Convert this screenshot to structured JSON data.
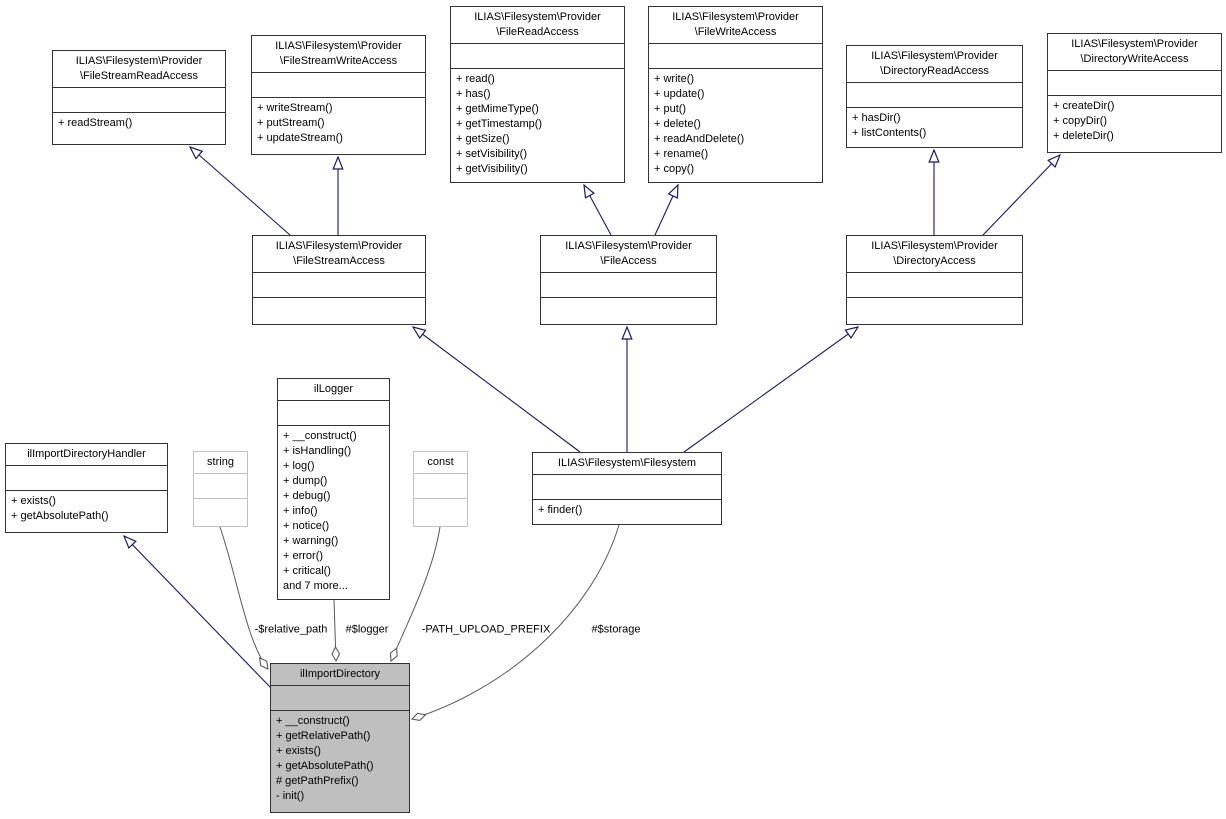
{
  "diagram": {
    "type": "uml-collaboration-diagram",
    "colors": {
      "background": "#ffffff",
      "box_border": "#333333",
      "plain_box_border": "#c2c2c2",
      "highlight_fill": "#bfbfbf",
      "inheritance_arrow": "#191970",
      "aggregation_line": "#5a5a5a",
      "text": "#000000"
    }
  },
  "classes": [
    {
      "name": "ILIAS\\Filesystem\\Provider\n\\FileStreamReadAccess",
      "methods": [
        "+ readStream()"
      ]
    },
    {
      "name": "ILIAS\\Filesystem\\Provider\n\\FileStreamWriteAccess",
      "methods": [
        "+ writeStream()",
        "+ putStream()",
        "+ updateStream()"
      ]
    },
    {
      "name": "ILIAS\\Filesystem\\Provider\n\\FileReadAccess",
      "methods": [
        "+ read()",
        "+ has()",
        "+ getMimeType()",
        "+ getTimestamp()",
        "+ getSize()",
        "+ setVisibility()",
        "+ getVisibility()"
      ]
    },
    {
      "name": "ILIAS\\Filesystem\\Provider\n\\FileWriteAccess",
      "methods": [
        "+ write()",
        "+ update()",
        "+ put()",
        "+ delete()",
        "+ readAndDelete()",
        "+ rename()",
        "+ copy()"
      ]
    },
    {
      "name": "ILIAS\\Filesystem\\Provider\n\\DirectoryReadAccess",
      "methods": [
        "+ hasDir()",
        "+ listContents()"
      ]
    },
    {
      "name": "ILIAS\\Filesystem\\Provider\n\\DirectoryWriteAccess",
      "methods": [
        "+ createDir()",
        "+ copyDir()",
        "+ deleteDir()"
      ]
    },
    {
      "name": "ILIAS\\Filesystem\\Provider\n\\FileStreamAccess",
      "methods": []
    },
    {
      "name": "ILIAS\\Filesystem\\Provider\n\\FileAccess",
      "methods": []
    },
    {
      "name": "ILIAS\\Filesystem\\Provider\n\\DirectoryAccess",
      "methods": []
    },
    {
      "name": "ilImportDirectoryHandler",
      "methods": [
        "+ exists()",
        "+ getAbsolutePath()"
      ]
    },
    {
      "name": "string",
      "methods": []
    },
    {
      "name": "ilLogger",
      "methods": [
        "+ __construct()",
        "+ isHandling()",
        "+ log()",
        "+ dump()",
        "+ debug()",
        "+ info()",
        "+ notice()",
        "+ warning()",
        "+ error()",
        "+ critical()",
        "and 7 more..."
      ]
    },
    {
      "name": "const",
      "methods": []
    },
    {
      "name": "ILIAS\\Filesystem\\Filesystem",
      "methods": [
        "+ finder()"
      ]
    },
    {
      "name": "ilImportDirectory",
      "methods": [
        "+ __construct()",
        "+ getRelativePath()",
        "+ exists()",
        "+ getAbsolutePath()",
        "# getPathPrefix()",
        "- init()"
      ]
    }
  ],
  "edge_labels": [
    {
      "text": "-$relative_path"
    },
    {
      "text": "#$logger"
    },
    {
      "text": "-PATH_UPLOAD_PREFIX"
    },
    {
      "text": "#$storage"
    }
  ]
}
